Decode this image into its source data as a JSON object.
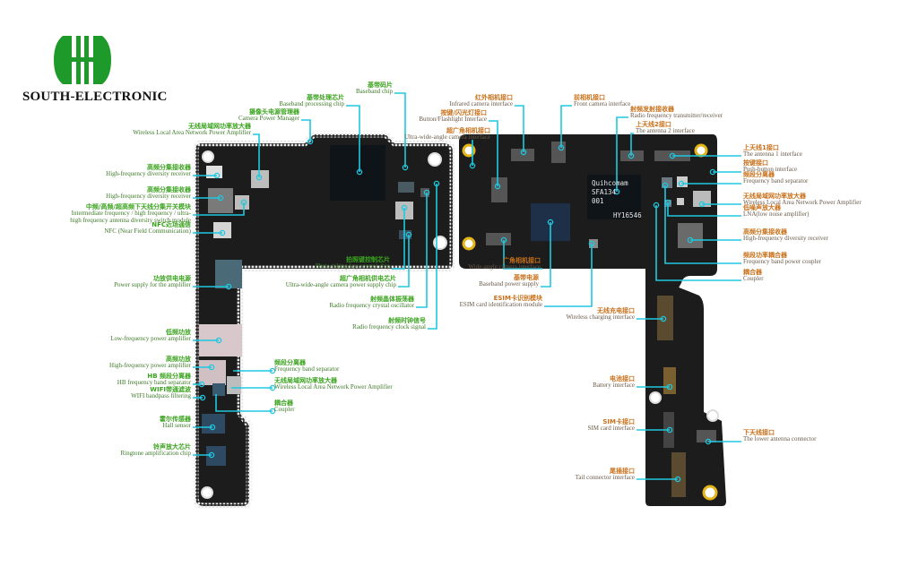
{
  "brand": {
    "name": "SOUTH-ELECTRONIC",
    "logo_color": "#1e9a2a"
  },
  "colors": {
    "leader_line": "#1ec8e0",
    "board": "#1c1c1c",
    "label_green_cn": "#3aa31e",
    "label_orange_cn": "#c8701a"
  },
  "chips": {
    "modem_lines": [
      "Quihcomam",
      "SFA134",
      "001"
    ],
    "modem_bottom": "HY16546"
  },
  "labels": [
    {
      "id": "wlan-pa-top",
      "cn": "无线局域网功率放大器",
      "en": "Wireless Local Area Network Power Amplifier",
      "side": "left",
      "color": "g"
    },
    {
      "id": "camera-power-manager",
      "cn": "摄像头电源管理器",
      "en": "Camera Power Manager",
      "side": "left",
      "color": "g"
    },
    {
      "id": "baseband-processing-chip",
      "cn": "基带处理芯片",
      "en": "Baseband processing chip",
      "side": "left",
      "color": "g"
    },
    {
      "id": "baseband-chip",
      "cn": "基带码片",
      "en": "Baseband chip",
      "side": "left",
      "color": "g"
    },
    {
      "id": "hf-diversity-receiver-1",
      "cn": "高频分集接收器",
      "en": "High-frequency diversity receiver",
      "side": "left",
      "color": "g"
    },
    {
      "id": "hf-diversity-receiver-2",
      "cn": "高频分集接收器",
      "en": "High-frequency diversity receiver",
      "side": "left",
      "color": "g"
    },
    {
      "id": "antenna-switch-module",
      "cn": "中频/高频/超高频下天线分集开关模块",
      "en": "Intermediate frequency / high frequency / ultra-",
      "en2": "high frequency antenna diversity switch module",
      "side": "left",
      "color": "g"
    },
    {
      "id": "nfc",
      "cn": "NFC近场通信",
      "en": "NFC (Near Field Communication)",
      "side": "left",
      "color": "g"
    },
    {
      "id": "pa-power-supply",
      "cn": "功放供电电源",
      "en": "Power supply for the amplifier",
      "side": "left",
      "color": "g"
    },
    {
      "id": "lf-pa",
      "cn": "低频功放",
      "en": "Low-frequency power amplifier",
      "side": "left",
      "color": "g"
    },
    {
      "id": "hf-pa",
      "cn": "高频功放",
      "en": "High-frequency power amplifier",
      "side": "left",
      "color": "g"
    },
    {
      "id": "hb-band-separator",
      "cn": "HB 频段分离器",
      "en": "HB frequency band separator",
      "side": "left",
      "color": "g"
    },
    {
      "id": "wifi-bandpass",
      "cn": "WIFI带通滤波",
      "en": "WIFI bandpass filtering",
      "side": "left",
      "color": "g"
    },
    {
      "id": "hall-sensor",
      "cn": "霍尔传感器",
      "en": "Hall sensor",
      "side": "left",
      "color": "g"
    },
    {
      "id": "ringtone-amp",
      "cn": "铃声放大芯片",
      "en": "Ringtone amplification chip",
      "side": "left",
      "color": "g"
    },
    {
      "id": "band-separator-mid",
      "cn": "频段分离器",
      "en": "Frequency band separator",
      "side": "right",
      "color": "g"
    },
    {
      "id": "wlan-pa-mid",
      "cn": "无线局域网功率放大器",
      "en": "Wireless Local Area Network Power Amplifier",
      "side": "right",
      "color": "g"
    },
    {
      "id": "coupler-mid",
      "cn": "耦合器",
      "en": "Coupler",
      "side": "right",
      "color": "g"
    },
    {
      "id": "photo-key-chip",
      "cn": "拍照键控制芯片",
      "en": "Photo-taking key control chip",
      "side": "left",
      "color": "g"
    },
    {
      "id": "uw-camera-power",
      "cn": "超广角相机供电芯片",
      "en": "Ultra-wide-angle camera power supply chip",
      "side": "left",
      "color": "g"
    },
    {
      "id": "rf-crystal",
      "cn": "射频晶体振荡器",
      "en": "Radio frequency crystal oscillator",
      "side": "left",
      "color": "g"
    },
    {
      "id": "rf-clock",
      "cn": "射频时钟信号",
      "en": "Radio frequency clock signal",
      "side": "left",
      "color": "g"
    },
    {
      "id": "infrared-camera",
      "cn": "红外相机接口",
      "en": "Infrared camera interface",
      "side": "left",
      "color": "o"
    },
    {
      "id": "button-flash",
      "cn": "按键/闪光灯接口",
      "en": "Button/Flashlight Interface",
      "side": "left",
      "color": "o"
    },
    {
      "id": "uw-camera-interface",
      "cn": "超广角相机接口",
      "en": "Ultra-wide-angle camera interface",
      "side": "left",
      "color": "o"
    },
    {
      "id": "front-camera",
      "cn": "前相机接口",
      "en": "Front camera interface",
      "side": "right",
      "color": "o"
    },
    {
      "id": "rf-transceiver",
      "cn": "射频发射接收器",
      "en": "Radio frequency transmitter/receiver",
      "side": "right",
      "color": "o"
    },
    {
      "id": "antenna-2",
      "cn": "上天线2接口",
      "en": "The antenna 2 interface",
      "side": "right",
      "color": "o"
    },
    {
      "id": "antenna-1",
      "cn": "上天线1接口",
      "en": "The antenna 1 interface",
      "side": "right",
      "color": "o"
    },
    {
      "id": "push-button",
      "cn": "按键接口",
      "en": "Push-button interface",
      "side": "right",
      "color": "o"
    },
    {
      "id": "band-separator-right",
      "cn": "频段分离器",
      "en": "Frequency band separator",
      "side": "right",
      "color": "o"
    },
    {
      "id": "wlan-pa-right",
      "cn": "无线局域网功率放大器",
      "en": "Wireless Local Area Network Power Amplifier",
      "side": "right",
      "color": "o"
    },
    {
      "id": "lna",
      "cn": "低噪声放大器",
      "en": "LNA(low noise amplifier)",
      "side": "right",
      "color": "o"
    },
    {
      "id": "hf-diversity-receiver-right",
      "cn": "高频分集接收器",
      "en": "High-frequency diversity receiver",
      "side": "right",
      "color": "o"
    },
    {
      "id": "band-power-coupler",
      "cn": "频段功率耦合器",
      "en": "Frequency band power coupler",
      "side": "right",
      "color": "o"
    },
    {
      "id": "coupler-right",
      "cn": "耦合器",
      "en": "Coupler",
      "side": "right",
      "color": "o"
    },
    {
      "id": "wide-camera",
      "cn": "广角相机接口",
      "en": "Wide-angle camera interface",
      "side": "left",
      "color": "o"
    },
    {
      "id": "baseband-power",
      "cn": "基带电源",
      "en": "Baseband power supply",
      "side": "left",
      "color": "o"
    },
    {
      "id": "esim",
      "cn": "ESIM卡识别模块",
      "en": "ESIM card identification module",
      "side": "left",
      "color": "o"
    },
    {
      "id": "wireless-charging",
      "cn": "无线充电接口",
      "en": "Wireless charging interface",
      "side": "left",
      "color": "o"
    },
    {
      "id": "battery",
      "cn": "电池接口",
      "en": "Battery interface",
      "side": "left",
      "color": "o"
    },
    {
      "id": "sim",
      "cn": "SIM卡接口",
      "en": "SIM card interface",
      "side": "left",
      "color": "o"
    },
    {
      "id": "tail-connector",
      "cn": "尾插接口",
      "en": "Tail connector interface",
      "side": "left",
      "color": "o"
    },
    {
      "id": "lower-antenna",
      "cn": "下天线接口",
      "en": "The lower antenna connector",
      "side": "right",
      "color": "o"
    }
  ]
}
